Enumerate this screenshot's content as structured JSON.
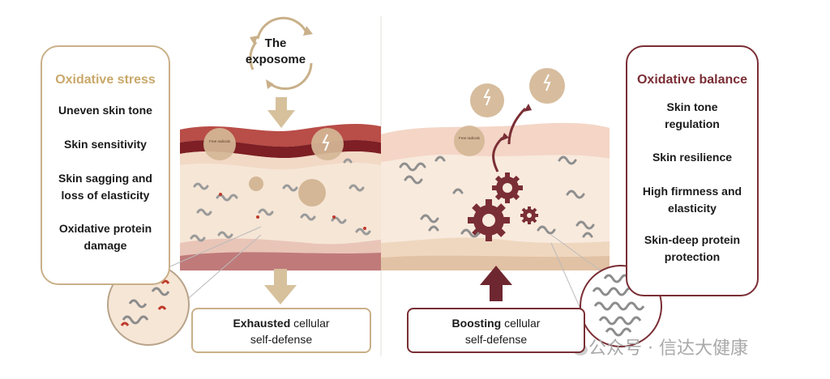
{
  "exposome": {
    "line1": "The",
    "line2": "exposome"
  },
  "left_box": {
    "title": "Oxidative stress",
    "items": [
      "Uneven skin tone",
      "Skin sensitivity",
      "Skin sagging and loss of elasticity",
      "Oxidative protein damage"
    ]
  },
  "right_box": {
    "title": "Oxidative balance",
    "items": [
      "Skin tone regulation",
      "Skin resilience",
      "High firmness and elasticity",
      "Skin-deep protein protection"
    ]
  },
  "free_radicals_label": "Free radicals",
  "exhausted": {
    "bold": "Exhausted",
    "rest": " cellular",
    "line2": "self-defense"
  },
  "boosting": {
    "bold": "Boosting",
    "rest": " cellular",
    "line2": "self-defense"
  },
  "watermark": "公众号 · 信达大健康",
  "colors": {
    "tan": "#c9b089",
    "maroon": "#7a2e35",
    "skin": "#f7e7d8",
    "arrow_tan": "#d6c19c",
    "arrow_maroon": "#6e2730"
  }
}
